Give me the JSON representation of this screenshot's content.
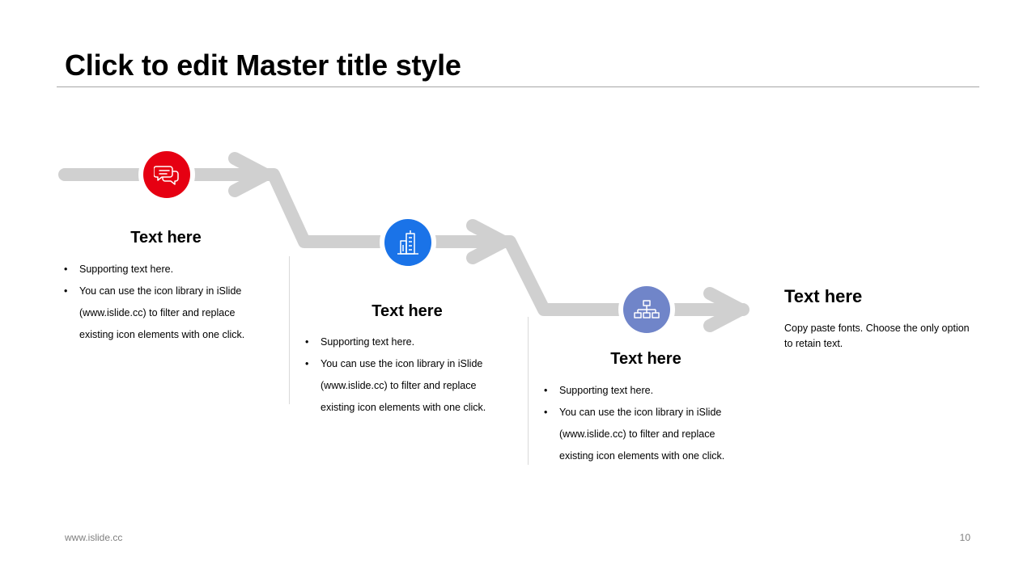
{
  "slide": {
    "title": "Click to edit Master title style"
  },
  "colors": {
    "step1": "#e60012",
    "step2": "#1a73e8",
    "step3": "#7085c9",
    "path": "#d0d0d0"
  },
  "steps": [
    {
      "heading": "Text here",
      "icon": "chat-bubbles-icon",
      "bullets": [
        "Supporting text here.",
        "You can use the icon library in iSlide (www.islide.cc) to filter and replace existing icon elements with one click."
      ]
    },
    {
      "heading": "Text here",
      "icon": "buildings-icon",
      "bullets": [
        "Supporting text here.",
        "You can use the icon library in iSlide (www.islide.cc) to filter and replace existing icon elements with one click."
      ]
    },
    {
      "heading": "Text here",
      "icon": "org-chart-icon",
      "bullets": [
        "Supporting text here.",
        "You can use the icon library in iSlide (www.islide.cc) to filter and replace existing icon elements with one click."
      ]
    }
  ],
  "final": {
    "heading": "Text here",
    "text": "Copy paste fonts. Choose the only option to retain text."
  },
  "footer": {
    "url": "www.islide.cc",
    "page_number": "10"
  }
}
